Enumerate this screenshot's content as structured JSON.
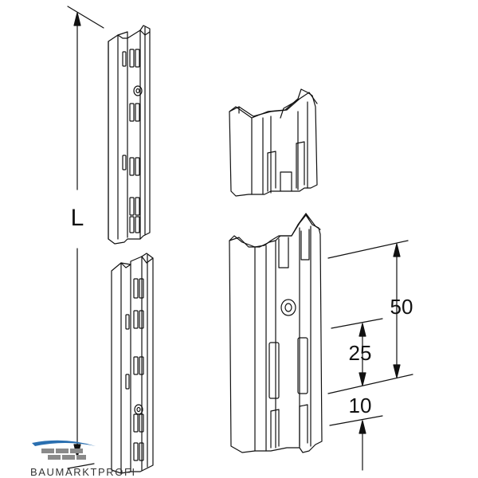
{
  "drawing": {
    "length_label": "L",
    "dim_50": "50",
    "dim_25": "25",
    "dim_10": "10"
  },
  "watermark": {
    "text": "BAUMARKTPROFI",
    "colors": {
      "swoosh": "#2a6fb0",
      "bricks": "#8a8a8a"
    }
  },
  "colors": {
    "line": "#111111",
    "paper": "#ffffff"
  }
}
